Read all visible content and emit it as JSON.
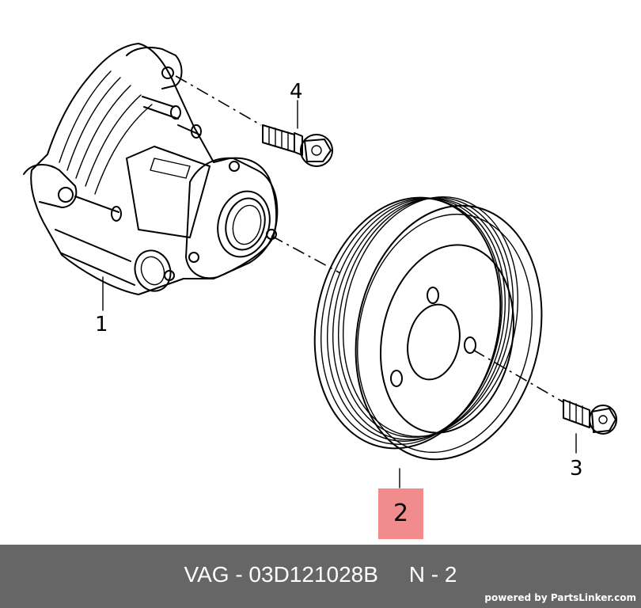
{
  "diagram": {
    "callouts": [
      {
        "id": "1",
        "label": "1"
      },
      {
        "id": "2",
        "label": "2",
        "highlighted": true
      },
      {
        "id": "3",
        "label": "3"
      },
      {
        "id": "4",
        "label": "4"
      }
    ],
    "highlight_color": "#f28b8b"
  },
  "footer": {
    "brand": "VAG",
    "part_number": "03D121028B",
    "position": "N - 2",
    "title": "VAG - 03D121028B     N - 2",
    "credit": "powered by PartsLinker.com",
    "background": "#666666"
  }
}
